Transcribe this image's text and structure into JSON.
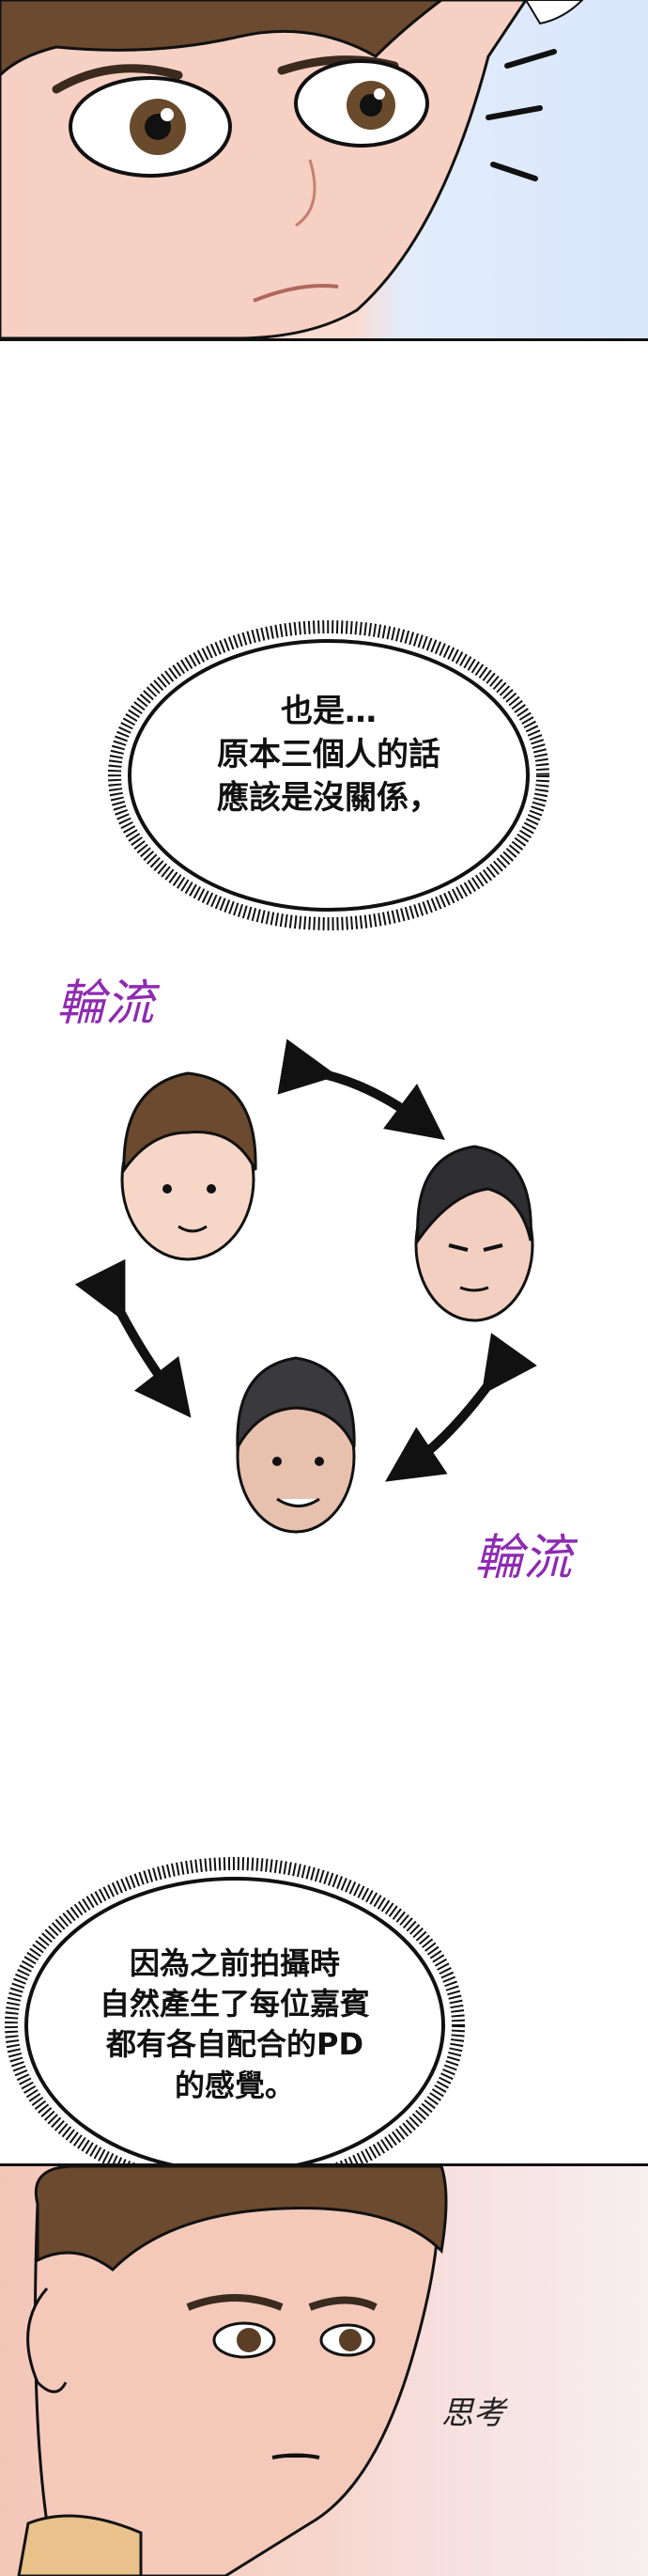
{
  "speech_bubble_1": {
    "lines": [
      "也是…",
      "原本三個人的話",
      "應該是沒關係，"
    ]
  },
  "rotation_diagram": {
    "label_top": "輪流",
    "label_bottom": "輪流",
    "label_color": "#8e2bb0"
  },
  "speech_bubble_2": {
    "lines": [
      "因為之前拍攝時",
      "自然產生了每位嘉賓",
      "都有各自配合的PD",
      "的感覺。"
    ]
  },
  "sfx": {
    "thinking": "思考"
  },
  "colors": {
    "border": "#111111",
    "skin": "#f6d6c6",
    "hair_brown": "#6b4a2f",
    "hair_dark": "#2f2f33"
  }
}
